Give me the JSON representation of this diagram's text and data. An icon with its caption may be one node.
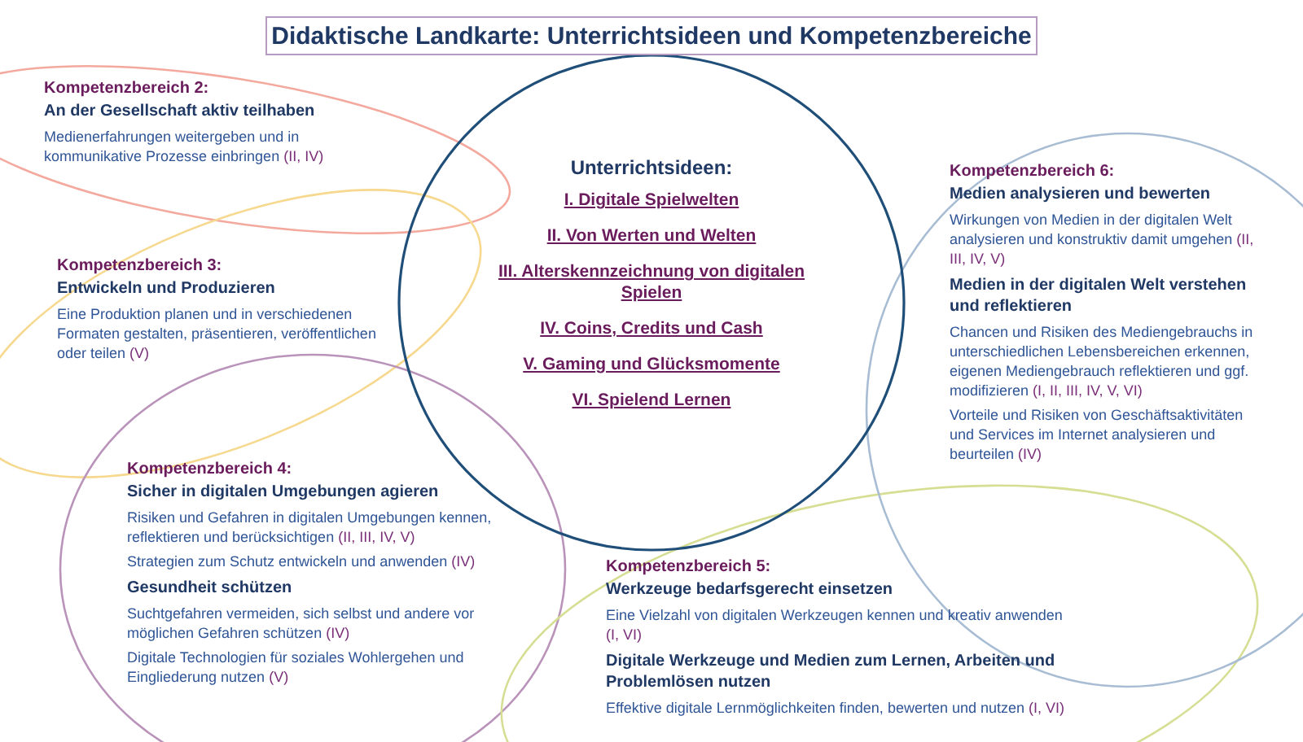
{
  "diagram": {
    "title": "Didaktische Landkarte: Unterrichtsideen und Kompetenzbereiche",
    "nodes": [
      {
        "text": [
          "Unterrichtsideen:",
          "I. Digitale Spielwelten",
          "II. Von Werten und Welten",
          "III. Alterskennzeichnung von digitalen Spielen",
          "IV. Coins, Credits und Cash",
          "V. Gaming und Glücksmomente",
          "VI. Spielend Lernen"
        ]
      },
      {
        "text": [
          "Kompetenzbereich 2:",
          "An der Gesellschaft aktiv teilhaben",
          "Medienerfahrungen weitergeben und in kommunikative Prozesse einbringen (II, IV)"
        ]
      },
      {
        "text": [
          "Kompetenzbereich 3:",
          "Entwickeln und Produzieren",
          "Eine Produktion planen und in verschiedenen Formaten gestalten, präsentieren, veröffentlichen oder teilen (V)"
        ]
      },
      {
        "text": [
          "Kompetenzbereich 6:",
          "Medien analysieren und bewerten",
          "Wirkungen von Medien in der digitalen Welt analysieren und konstruktiv damit umgehen (II, III, IV, V)",
          "Medien in der digitalen Welt verstehen und reflektieren",
          "Chancen und Risiken des Mediengebrauchs in unterschiedlichen Lebensbereichen erkennen, eigenen Mediengebrauch reflektieren und ggf. modifizieren (I, II, III, IV, V, VI)",
          "Vorteile und Risiken von Geschäftsaktivitäten und Services im Internet analysieren und beurteilen (IV)"
        ]
      },
      {
        "text": [
          "Kompetenzbereich 4:",
          "Sicher in digitalen Umgebungen agieren",
          "Risiken und Gefahren in digitalen Umgebungen kennen, reflektieren und berücksichtigen (II, III, IV, V)",
          "Strategien zum Schutz entwickeln und anwenden (IV)",
          "Gesundheit schützen",
          "Suchtgefahren vermeiden, sich selbst und andere vor möglichen Gefahren schützen (IV)",
          "Digitale Technologien für soziales Wohlergehen und Eingliederung nutzen (V)"
        ]
      },
      {
        "text": [
          "Kompetenzbereich 5:",
          "Werkzeuge bedarfsgerecht einsetzen",
          "Eine Vielzahl von digitalen Werkzeugen kennen und kreativ anwenden (I, VI)",
          "Digitale Werkzeuge und Medien zum Lernen, Arbeiten und Problemlösen nutzen",
          "Effektive digitale Lernmöglichkeiten finden, bewerten und nutzen (I, VI)"
        ]
      }
    ]
  }
}
